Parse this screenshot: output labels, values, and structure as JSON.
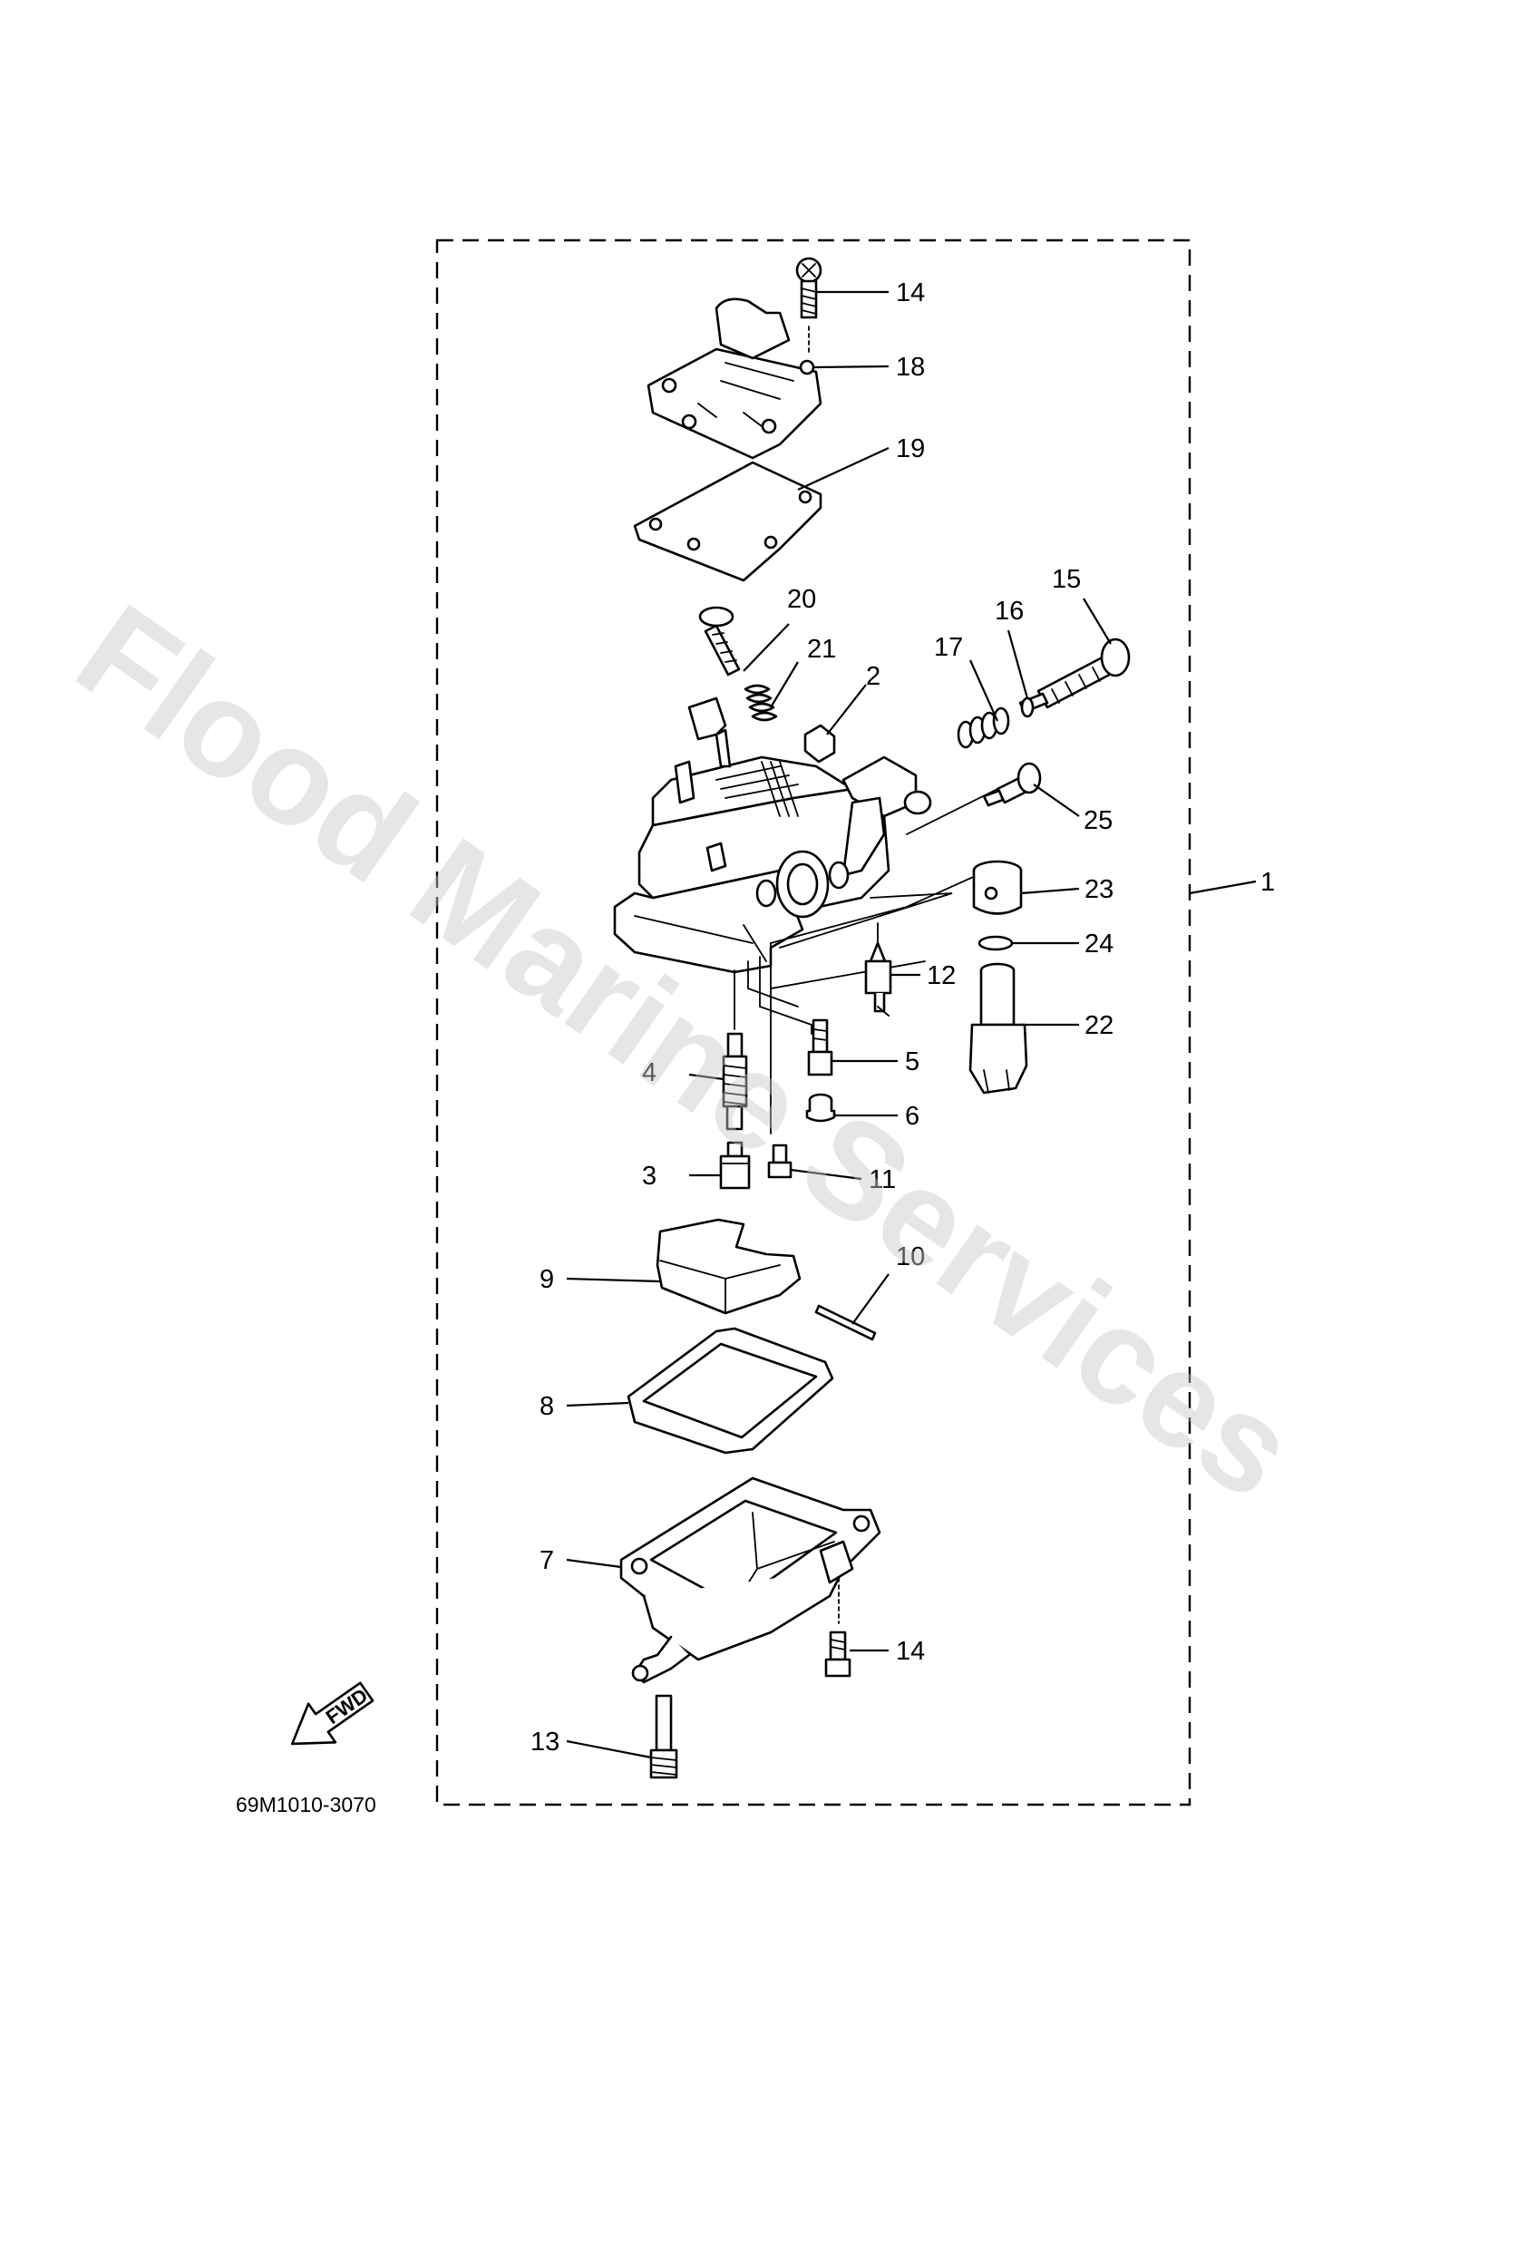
{
  "diagram_code": "69M1010-3070",
  "watermark": "Flood Marine Services",
  "fwd_label": "FWD",
  "callouts": {
    "c1": "1",
    "c2": "2",
    "c3": "3",
    "c4": "4",
    "c5": "5",
    "c6": "6",
    "c7": "7",
    "c8": "8",
    "c9": "9",
    "c10": "10",
    "c11": "11",
    "c12": "12",
    "c13": "13",
    "c14a": "14",
    "c14b": "14",
    "c15": "15",
    "c16": "16",
    "c17": "17",
    "c18": "18",
    "c19": "19",
    "c20": "20",
    "c21": "21",
    "c22": "22",
    "c23": "23",
    "c24": "24",
    "c25": "25"
  }
}
